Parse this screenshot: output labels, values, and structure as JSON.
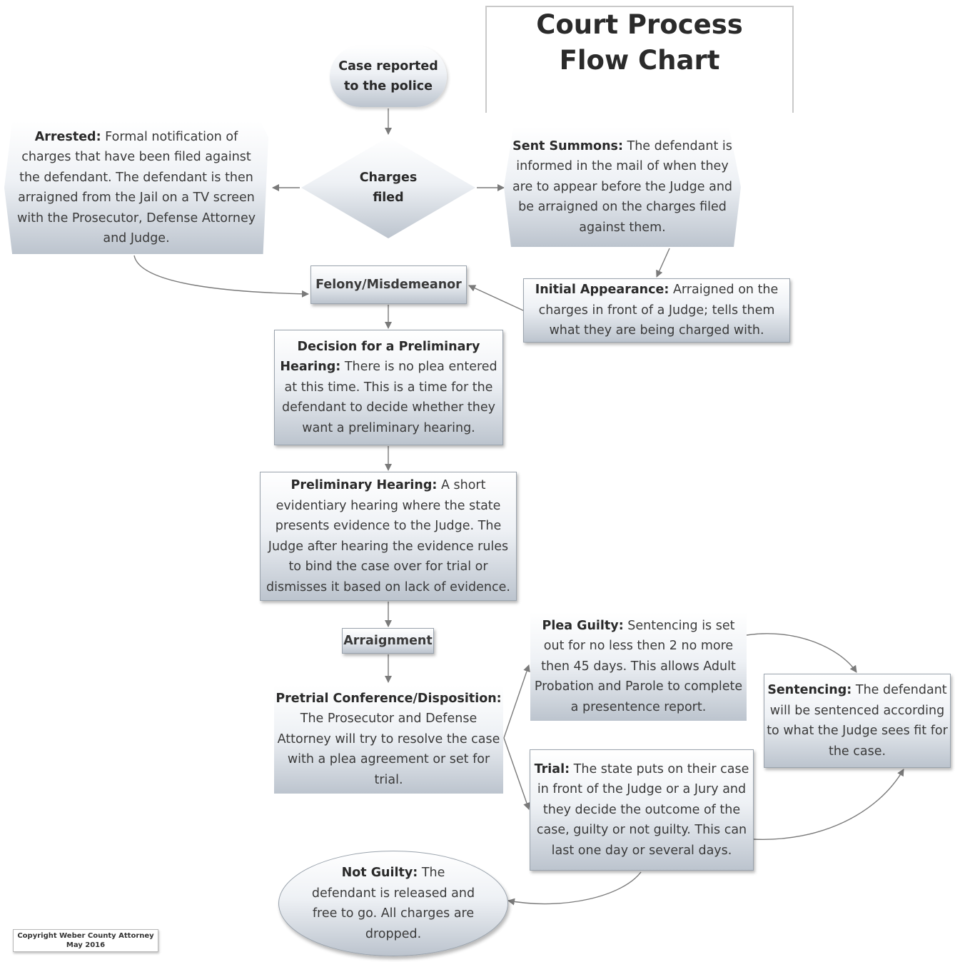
{
  "title": {
    "line1": "Court Process",
    "line2": "Flow Chart"
  },
  "nodes": {
    "start": {
      "line1": "Case reported",
      "line2": "to the police"
    },
    "charges_filed": {
      "line1": "Charges",
      "line2": "filed"
    },
    "arrested": {
      "label": "Arrested:",
      "text": "Formal notification of charges that have been filed against the defendant.  The defendant is then arraigned from the Jail on a TV screen with the Prosecutor, Defense Attorney and Judge."
    },
    "sent_summons": {
      "label": "Sent Summons:",
      "text": "The defendant is informed in the mail of when they are to appear before the Judge and be arraigned on the charges filed against them."
    },
    "felony_misdemeanor": {
      "label": "Felony/Misdemeanor"
    },
    "initial_appearance": {
      "label": "Initial Appearance:",
      "text": "Arraigned on the charges in front of a Judge; tells them what they are being charged with."
    },
    "preliminary_decision": {
      "label": "Decision for a Preliminary Hearing:",
      "text": "There is no plea entered at this time.  This is a time for the defendant to decide whether they want a preliminary hearing."
    },
    "preliminary_hearing": {
      "label": "Preliminary Hearing:",
      "text": "A short evidentiary hearing where the state presents evidence to the Judge.  The Judge after hearing the evidence rules to bind the case over for trial or dismisses it based on lack of evidence."
    },
    "arraignment": {
      "label": "Arraignment"
    },
    "pretrial": {
      "label": "Pretrial Conference/Disposition:",
      "text": "The Prosecutor and Defense Attorney will try to resolve the case with a plea agreement or set for trial."
    },
    "plea_guilty": {
      "label": "Plea Guilty:",
      "text": "Sentencing is set out for no less then 2 no more then 45 days.  This allows Adult Probation and Parole to complete a presentence report."
    },
    "sentencing": {
      "label": "Sentencing:",
      "text": "The defendant will be sentenced according to what the Judge sees fit for the case."
    },
    "trial": {
      "label": "Trial:",
      "text": "The state puts on their case in front of the Judge or a Jury and they decide the outcome of the case, guilty or not guilty. This can last one day or several days."
    },
    "not_guilty": {
      "label": "Not Guilty:",
      "text": "The defendant is released and free to go.  All charges are dropped."
    }
  },
  "copyright": "Copyright Weber County Attorney May 2016",
  "colors": {
    "node_gradient_top": "#ffffff",
    "node_gradient_bottom": "#bcc4ce",
    "connector": "#7a7a7a",
    "text": "#3a3a3a"
  }
}
